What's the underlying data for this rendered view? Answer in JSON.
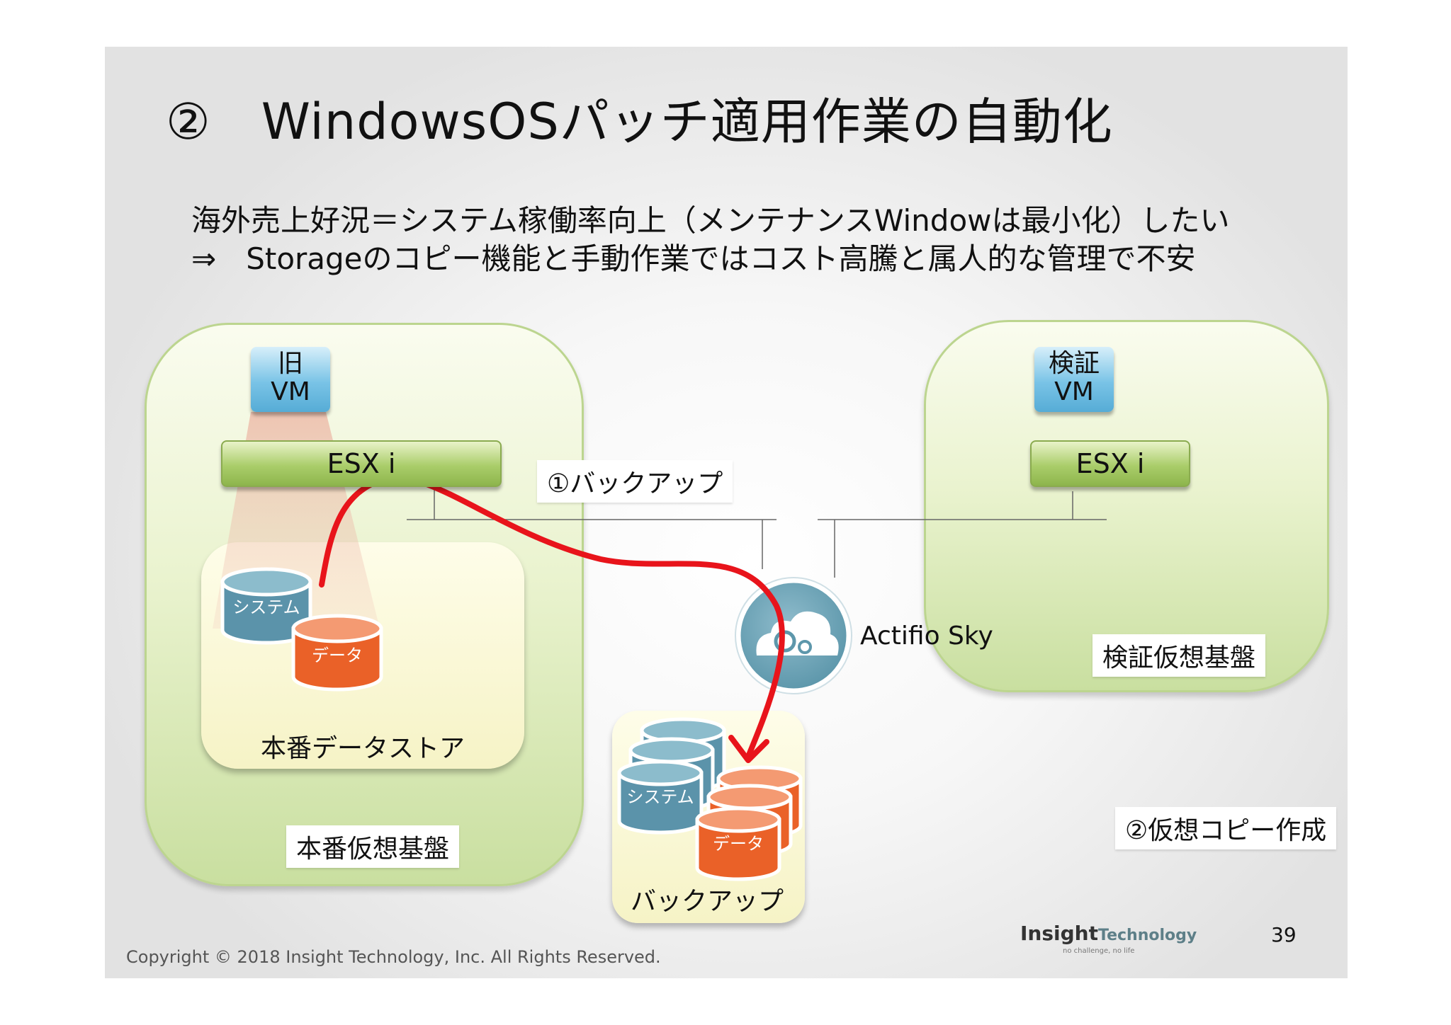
{
  "slide": {
    "title": "②　WindowsOSパッチ適用作業の自動化",
    "lines": [
      "海外売上好況＝システム稼働率向上（メンテナンスWindowは最小化）したい",
      "⇒　Storageのコピー機能と手動作業ではコスト高騰と属人的な管理で不安"
    ]
  },
  "diagram": {
    "prod_panel_label": "本番仮想基盤",
    "verify_panel_label": "検証仮想基盤",
    "old_vm_label": "旧\nVM",
    "verify_vm_label": "検証\nVM",
    "esx_left_label": "ESX i",
    "esx_right_label": "ESX i",
    "prod_store_label": "本番データストア",
    "disk_system_label": "システム",
    "disk_data_label": "データ",
    "backup_store_label": "バックアップ",
    "backup_disk_system_label": "システム",
    "backup_disk_data_label": "データ",
    "step1_label": "①バックアップ",
    "step2_label": "②仮想コピー作成",
    "actifio_label": "Actifio Sky"
  },
  "footer": {
    "copyright": "Copyright © 2018 Insight Technology, Inc. All Rights Reserved.",
    "page_number": "39",
    "logo_main": "Insight",
    "logo_sub": "Technology",
    "logo_tagline": "no challenge, no life"
  },
  "colors": {
    "arrow": "#e8141b",
    "disk_system": "#5b93aa",
    "disk_data": "#ea6128",
    "panel_border": "#bcd58f",
    "vm_blue": "#79c3e6",
    "esx_green": "#aacd6a"
  }
}
